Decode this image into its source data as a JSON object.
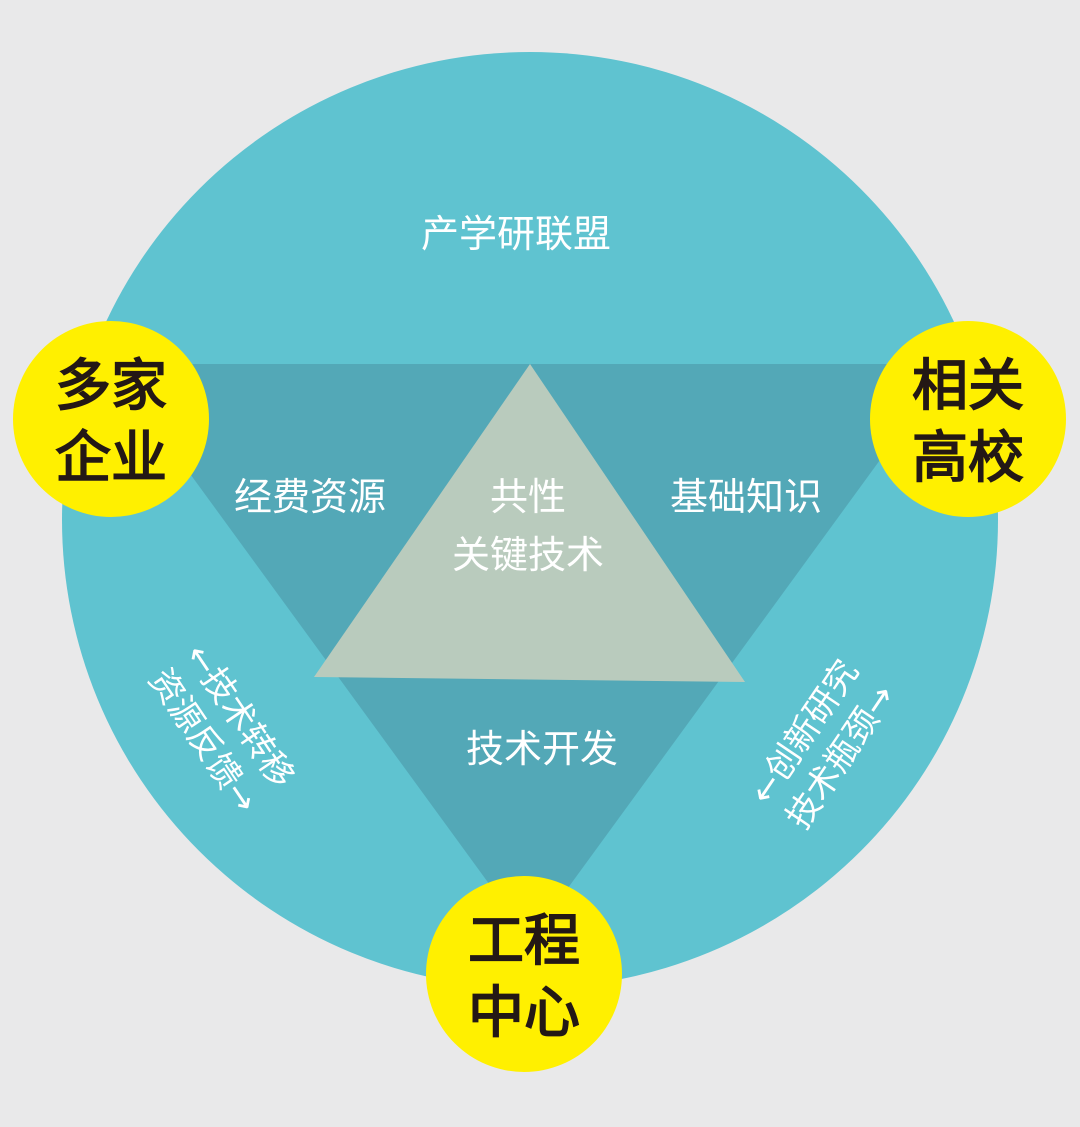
{
  "colors": {
    "background": "#e9e9ea",
    "outer_circle": "#5fc3d0",
    "inner_triangle": "#53a8b7",
    "center_triangle": "#b9cbbd",
    "node_fill": "#fff000",
    "node_text": "#231815",
    "label_text": "#ffffff"
  },
  "top_band": {
    "label": "产学研联盟"
  },
  "center": {
    "line1": "共性",
    "line2": "关键技术"
  },
  "regions": {
    "left": "经费资源",
    "right": "基础知识",
    "bottom": "技术开发"
  },
  "flows": {
    "left_line1": "←技术转移",
    "left_line2": "资源反馈→",
    "right_line1": "←创新研究",
    "right_line2": "技术瓶颈→"
  },
  "nodes": {
    "enterprises": {
      "line1": "多家",
      "line2": "企业"
    },
    "universities": {
      "line1": "相关",
      "line2": "高校"
    },
    "center_eng": {
      "line1": "工程",
      "line2": "中心"
    }
  }
}
